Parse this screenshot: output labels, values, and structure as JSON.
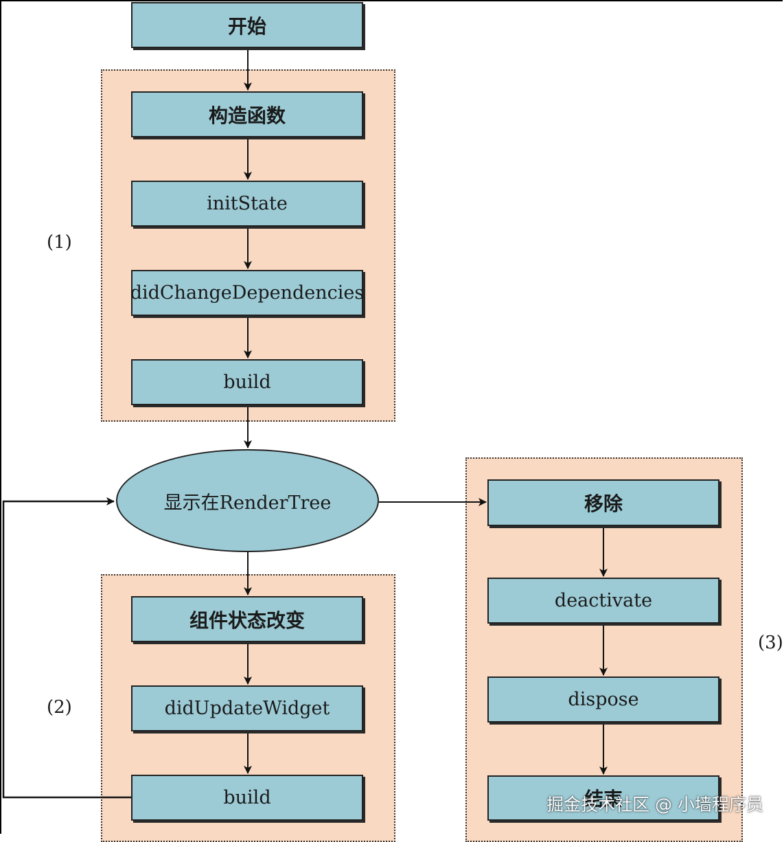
{
  "nodes": {
    "start": "开始",
    "constructor": "构造函数",
    "init_state": "initState",
    "did_change_dependencies": "didChangeDependencies",
    "build_1": "build",
    "render_tree": "显示在RenderTree",
    "state_change": "组件状态改变",
    "did_update_widget": "didUpdateWidget",
    "build_2": "build",
    "remove": "移除",
    "deactivate": "deactivate",
    "dispose": "dispose",
    "end": "结束"
  },
  "groups": {
    "group_1": "(1)",
    "group_2": "(2)",
    "group_3": "(3)"
  },
  "watermark": "掘金技术社区 @ 小墙程序员",
  "colors": {
    "node_fill": "#9ccbd6",
    "group_fill": "#f9d9c1",
    "stroke": "#222222"
  }
}
